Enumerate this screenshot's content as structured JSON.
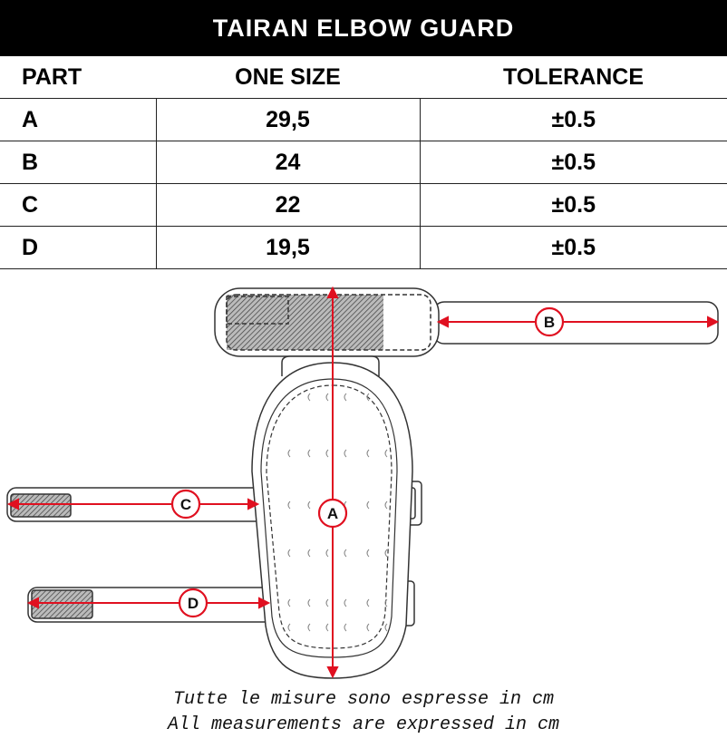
{
  "title": "TAIRAN ELBOW GUARD",
  "table": {
    "headers": [
      "PART",
      "ONE SIZE",
      "TOLERANCE"
    ],
    "rows": [
      [
        "A",
        "29,5",
        "±0.5"
      ],
      [
        "B",
        "24",
        "±0.5"
      ],
      [
        "C",
        "22",
        "±0.5"
      ],
      [
        "D",
        "19,5",
        "±0.5"
      ]
    ]
  },
  "diagram": {
    "labels": [
      "A",
      "B",
      "C",
      "D"
    ],
    "accent": "#e01020"
  },
  "caption": {
    "it": "Tutte le misure sono espresse in cm",
    "en": "All measurements are expressed in cm"
  }
}
